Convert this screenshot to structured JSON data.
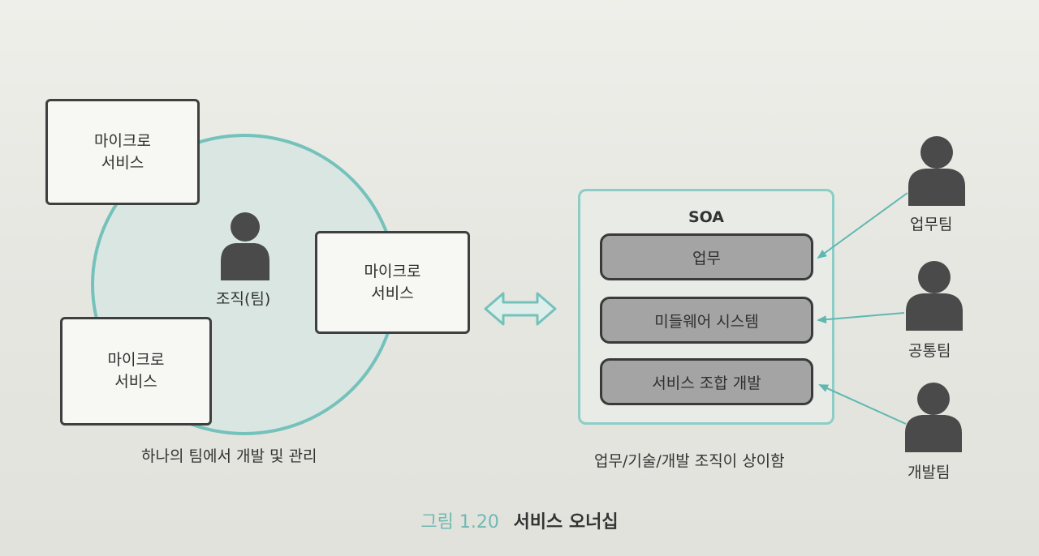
{
  "left": {
    "microservice_boxes": [
      {
        "line1": "마이크로",
        "line2": "서비스"
      },
      {
        "line1": "마이크로",
        "line2": "서비스"
      },
      {
        "line1": "마이크로",
        "line2": "서비스"
      }
    ],
    "team_label": "조직(팀)",
    "caption": "하나의 팀에서 개발 및 관리"
  },
  "soa": {
    "title": "SOA",
    "layers": [
      "업무",
      "미들웨어 시스템",
      "서비스 조합 개발"
    ],
    "caption": "업무/기술/개발 조직이 상이함"
  },
  "teams": [
    "업무팀",
    "공통팀",
    "개발팀"
  ],
  "figure": {
    "number": "그림 1.20",
    "title": "서비스 오너십"
  },
  "colors": {
    "accent_teal": "#74c2bb",
    "person_dark": "#4a4a4a",
    "layer_gray": "#a4a4a4"
  },
  "icons": [
    "person-icon",
    "double-arrow-icon"
  ]
}
